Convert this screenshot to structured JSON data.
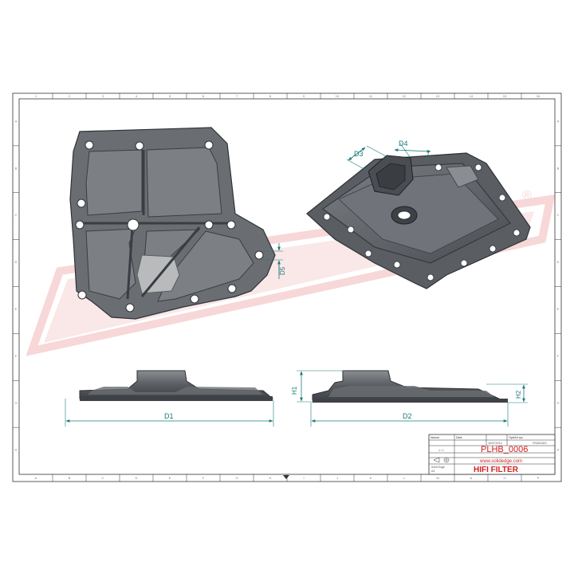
{
  "drawing": {
    "dimensions": {
      "d1": "D1",
      "d2": "D2",
      "d3": "D3",
      "d4": "D4",
      "d5": "D5",
      "h1": "H1",
      "h2": "H2"
    },
    "frame": {
      "columns": [
        "1",
        "2",
        "3",
        "4",
        "5",
        "6",
        "7",
        "8",
        "9",
        "10",
        "11",
        "12",
        "13",
        "14",
        "15",
        "16"
      ],
      "rows_left": [
        "A",
        "B",
        "C",
        "D",
        "E",
        "F",
        "G",
        "H"
      ],
      "bottom_letters": [
        "A",
        "B",
        "C",
        "D",
        "E",
        "F",
        "G",
        "H",
        "I",
        "J",
        "K",
        "L",
        "M",
        "N",
        "O",
        "P"
      ]
    },
    "colors": {
      "part": "#5f6368",
      "part_dark": "#3e4246",
      "part_light": "#8a8e92",
      "dimension": "#1a7a7a",
      "watermark": "#f3c0c0",
      "brand": "#d42020"
    }
  },
  "title_block": {
    "field1": "Nazwa",
    "field2": "Data",
    "field3": "Opis/Nr rys.",
    "date": "16/07/2014",
    "lang": "FRANCAIS",
    "scale": "1 / 1",
    "code": "PLHB_0006",
    "url": "www.solidedge.com",
    "software": "Solid Edge",
    "sheet": "A3",
    "brand": "HIFI FILTER"
  }
}
